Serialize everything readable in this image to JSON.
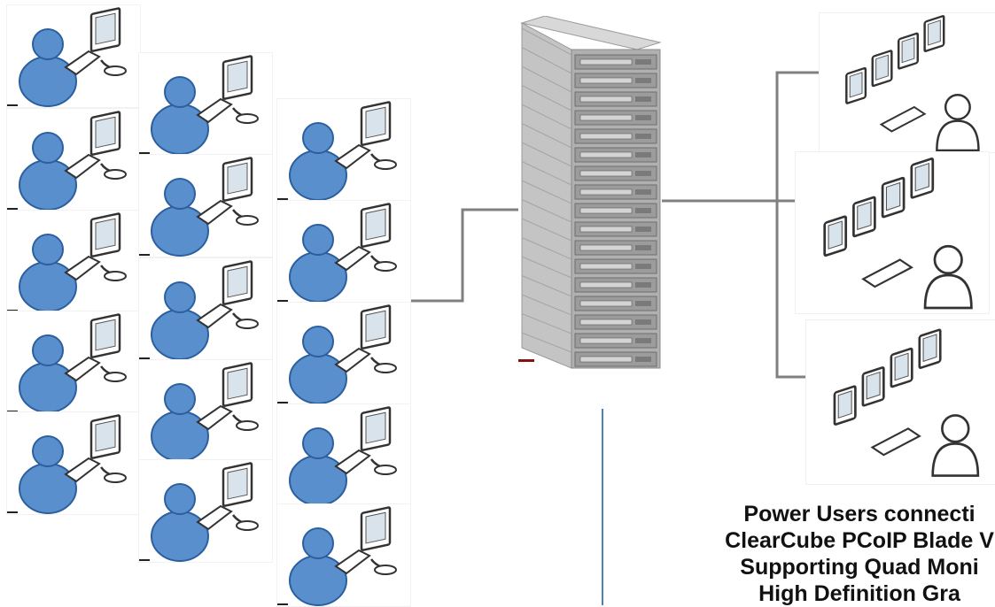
{
  "caption": {
    "lines": [
      "Power Users connecti",
      "ClearCube PCoIP Blade V",
      "Supporting Quad Moni",
      "High Definition Gra"
    ]
  },
  "colors": {
    "user_blue": "#5a8fce",
    "user_outline": "#2c5f9e",
    "link_gray": "#808080",
    "server_gray": "#b8b8b8",
    "divider_blue": "#4a80b8"
  },
  "icons": {
    "user_workstation": "user-workstation-icon",
    "power_user_quad": "power-user-quad-monitor-icon",
    "server": "blade-server-rack-icon"
  }
}
